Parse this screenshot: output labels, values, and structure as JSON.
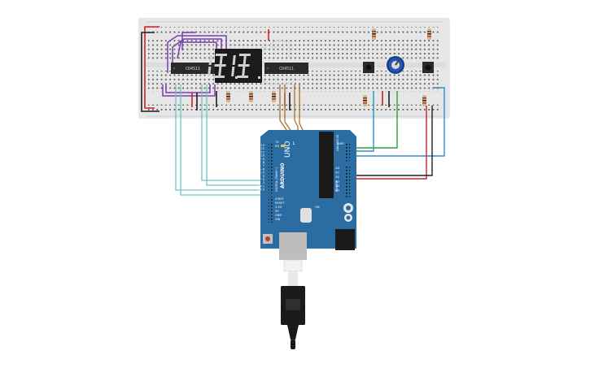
{
  "circuit": {
    "breadboard": {
      "name": "full-size breadboard"
    },
    "chips": [
      {
        "id": "u1",
        "label": "CD4511"
      },
      {
        "id": "u2",
        "label": "CD4511"
      }
    ],
    "display": {
      "digits": "8.8.",
      "type": "dual 7-segment"
    },
    "arduino": {
      "model": "UNO",
      "brand": "ARDUINO",
      "digital_header": "DIGITAL (PWM~)",
      "analog_header": "ANALOG IN",
      "power_header": "POWER",
      "tx": "TX",
      "rx": "RX",
      "l": "L",
      "on": "ON",
      "ioref": "IOREF",
      "reset": "RESET",
      "v33": "3.3V",
      "v5": "5V",
      "gnd": "GND",
      "vin": "VIN",
      "aref": "AREF",
      "analog_pins": [
        "A0",
        "A1",
        "A2",
        "A3",
        "A4",
        "A5"
      ],
      "digital_pins": [
        "13",
        "12",
        "~11",
        "~10",
        "~9",
        "8",
        "7",
        "~6",
        "~5",
        "4",
        "~3",
        "2",
        "TX 1",
        "RX 0"
      ]
    },
    "colors": {
      "breadboard": "#e6e6e6",
      "arduino": "#2b6ca3",
      "wire_red": "#d22020",
      "wire_black": "#1e1e1e",
      "wire_purple": "#7a3fb0",
      "wire_teal": "#6fc4c4",
      "wire_blue": "#2b8fc9",
      "wire_green": "#2e9e3e",
      "wire_brown": "#a8712c",
      "pot": "#2458b3"
    }
  }
}
